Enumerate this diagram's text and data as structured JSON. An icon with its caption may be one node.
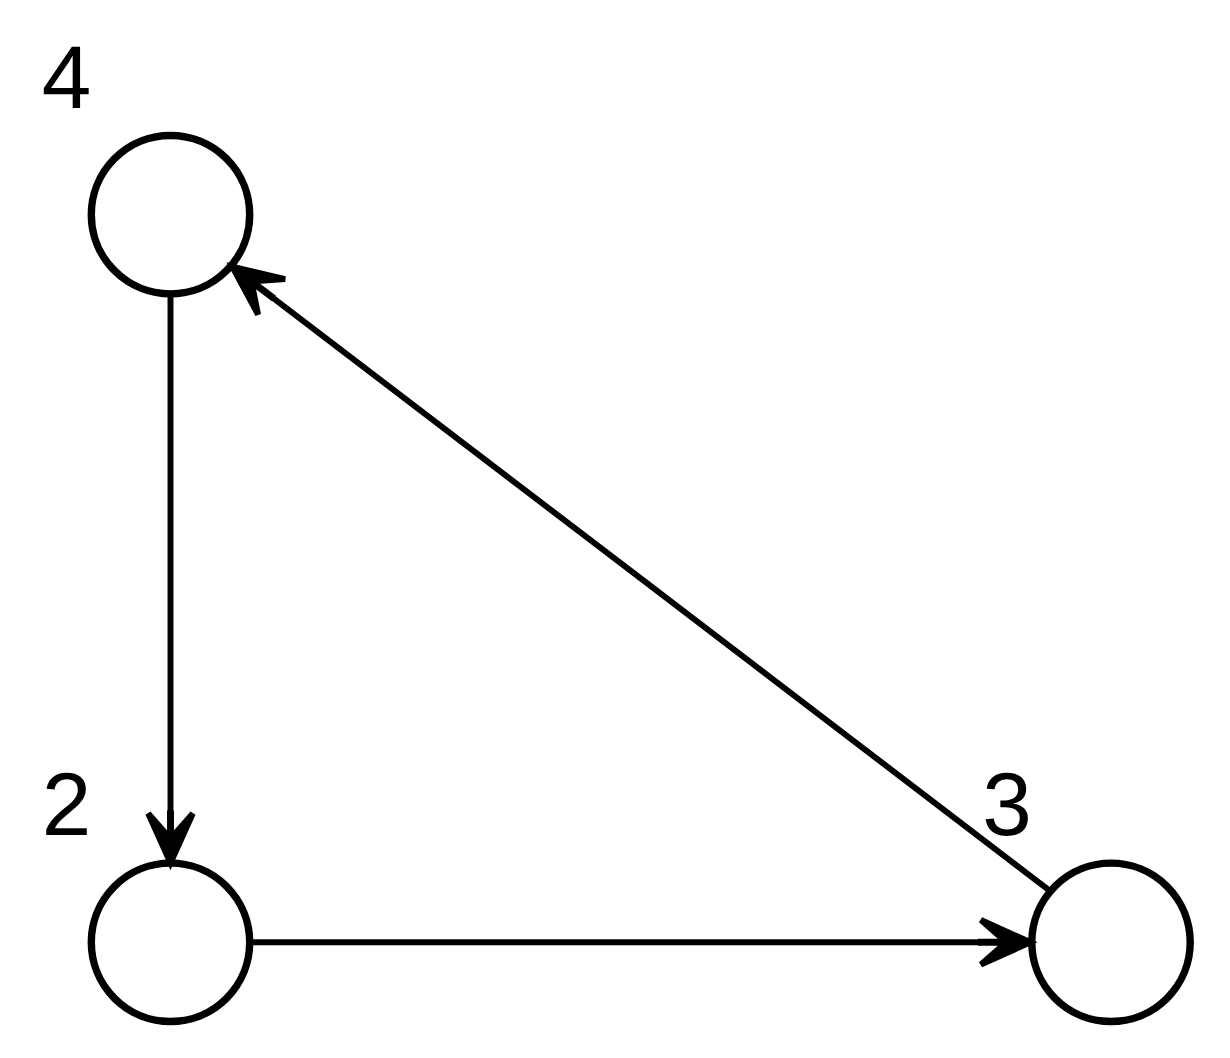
{
  "diagram": {
    "nodes": [
      {
        "text": [],
        "shape": "circle",
        "beside": [
          "4"
        ]
      },
      {
        "text": [],
        "shape": "circle",
        "beside": [
          "2"
        ]
      },
      {
        "text": [],
        "shape": "circle",
        "beside": [
          "3"
        ]
      }
    ],
    "edges": [
      {
        "from": 0,
        "to": 1,
        "arrow": "to"
      },
      {
        "from": 1,
        "to": 2,
        "arrow": "to"
      },
      {
        "from": 2,
        "to": 0,
        "arrow": "to"
      }
    ]
  }
}
